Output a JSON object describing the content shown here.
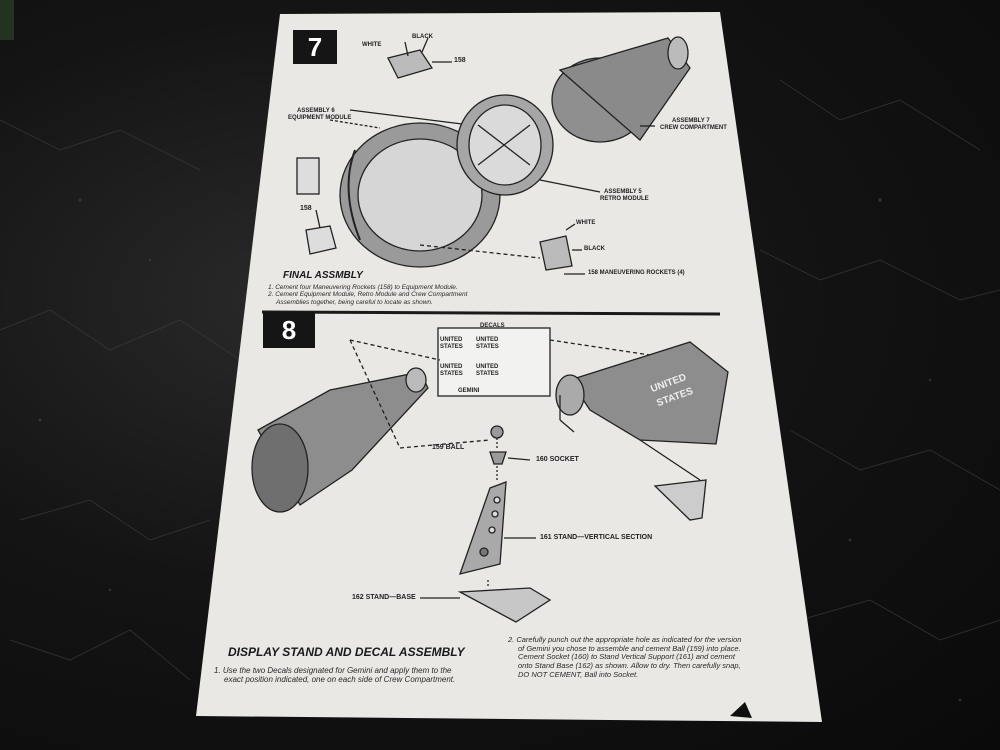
{
  "step7": {
    "number": "7",
    "labels": {
      "white_top": "WHITE",
      "black_top": "BLACK",
      "part_158_top": "158",
      "assembly6_line1": "ASSEMBLY 6",
      "assembly6_line2": "EQUIPMENT MODULE",
      "assembly7_line1": "ASSEMBLY 7",
      "assembly7_line2": "CREW COMPARTMENT",
      "assembly5_line1": "ASSEMBLY 5",
      "assembly5_line2": "RETRO MODULE",
      "part_158_left": "158",
      "white_bottom": "WHITE",
      "black_bottom": "BLACK",
      "rockets": "158 MANEUVERING ROCKETS (4)"
    },
    "title": "FINAL ASSMBLY",
    "instructions": [
      "1. Cement four Maneuvering Rockets (158) to Equipment Module.",
      "2. Cement Equipment Module, Retro Module and Crew Compartment",
      "Assemblies together, being careful to locate as shown."
    ]
  },
  "step8": {
    "number": "8",
    "labels": {
      "decals": "DECALS",
      "decal_us_1a": "UNITED",
      "decal_us_1b": "STATES",
      "decal_us_2a": "UNITED",
      "decal_us_2b": "STATES",
      "decal_us_3a": "UNITED",
      "decal_us_3b": "STATES",
      "decal_us_4a": "UNITED",
      "decal_us_4b": "STATES",
      "decal_gemini": "GEMINI",
      "capsule_us_a": "UNITED",
      "capsule_us_b": "STATES",
      "ball": "159 BALL",
      "socket": "160 SOCKET",
      "stand_vertical": "161 STAND—VERTICAL SECTION",
      "stand_base": "162 STAND—BASE"
    },
    "title": "DISPLAY STAND AND DECAL ASSEMBLY",
    "instruction1": [
      "1. Use the two Decals designated for Gemini and apply them to the",
      "exact position indicated, one on each side of Crew Compartment."
    ],
    "instruction2": [
      "2. Carefully punch out the appropriate hole as indicated for the version",
      "of Gemini you chose to assemble and cement Ball (159) into place.",
      "Cement Socket (160) to Stand Vertical Support (161) and cement",
      "onto Stand Base (162) as shown. Allow to dry. Then carefully snap,",
      "DO NOT CEMENT, Ball into Socket."
    ]
  },
  "colors": {
    "paper": "#e9e8e4",
    "ink": "#1a1a1a",
    "background": "#0f0f0f"
  }
}
